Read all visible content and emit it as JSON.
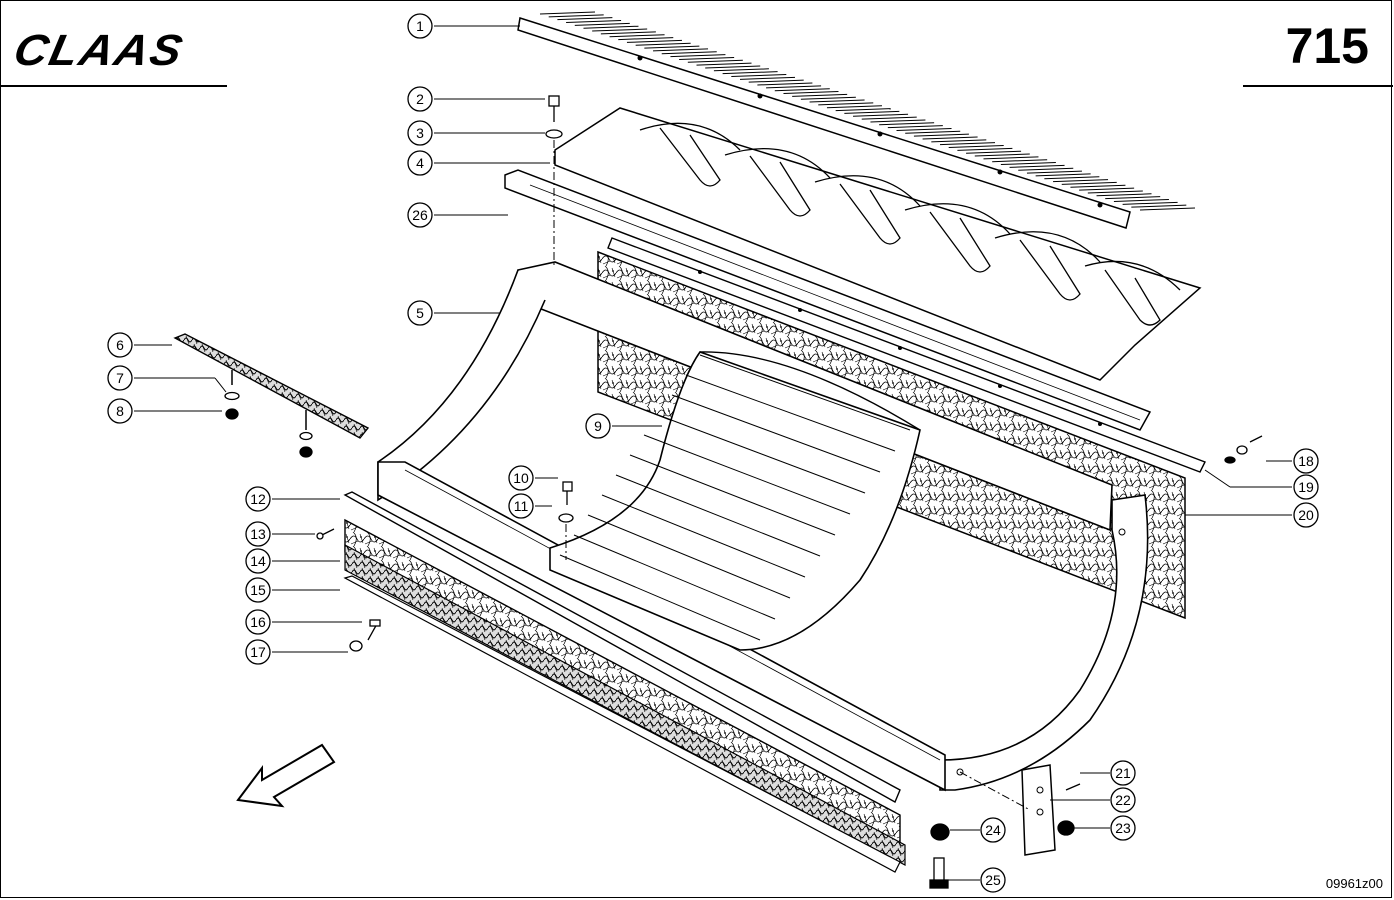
{
  "header": {
    "brand": "CLAAS",
    "page_number": "715"
  },
  "footer": {
    "drawing_code": "09961z00"
  },
  "callouts": [
    "1",
    "2",
    "3",
    "4",
    "5",
    "6",
    "7",
    "8",
    "9",
    "10",
    "11",
    "12",
    "13",
    "14",
    "15",
    "16",
    "17",
    "18",
    "19",
    "20",
    "21",
    "22",
    "23",
    "24",
    "25",
    "26"
  ]
}
